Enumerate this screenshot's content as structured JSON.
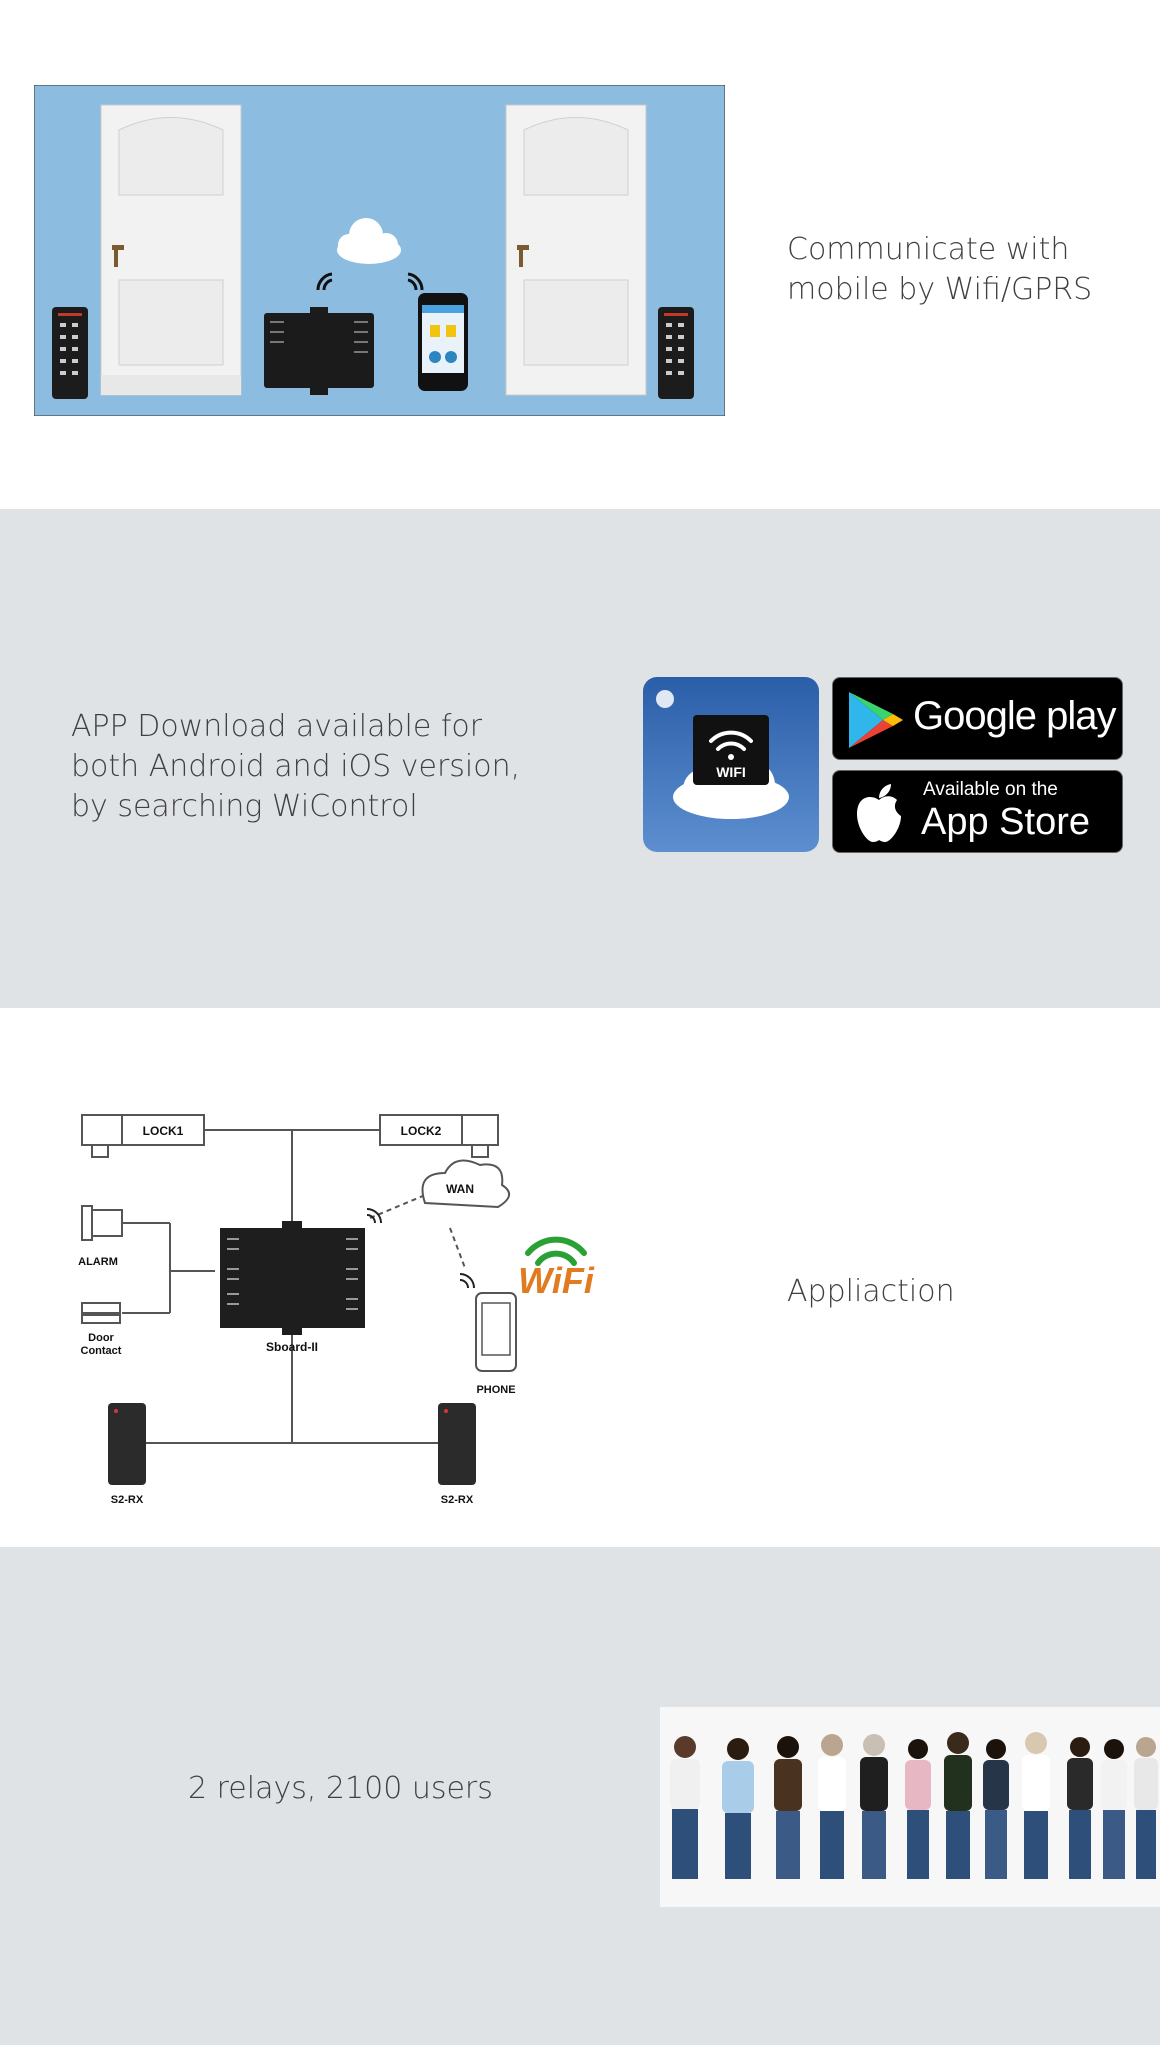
{
  "section1": {
    "caption_line1": "Communicate with",
    "caption_line2": "mobile by Wifi/GPRS"
  },
  "section2": {
    "caption_line1": "APP Download available for",
    "caption_line2": "both Android and iOS version,",
    "caption_line3": "by searching WiControl",
    "app_icon_label": "WIFI",
    "google_play": "Google play",
    "app_store_small": "Available on the",
    "app_store_big": "App Store"
  },
  "section3": {
    "caption": "Appliaction",
    "diagram": {
      "lock1": "LOCK1",
      "lock2": "LOCK2",
      "wan": "WAN",
      "alarm": "ALARM",
      "door_contact_1": "Door",
      "door_contact_2": "Contact",
      "board": "Sboard-II",
      "phone": "PHONE",
      "reader_left": "S2-RX",
      "reader_right": "S2-RX",
      "wifi_logo": "WiFi"
    }
  },
  "section4": {
    "caption": "2 relays, 2100 users"
  },
  "colors": {
    "sky": "#8cbde0",
    "panel_grey": "#e0e3e6",
    "badge_black": "#000000"
  }
}
